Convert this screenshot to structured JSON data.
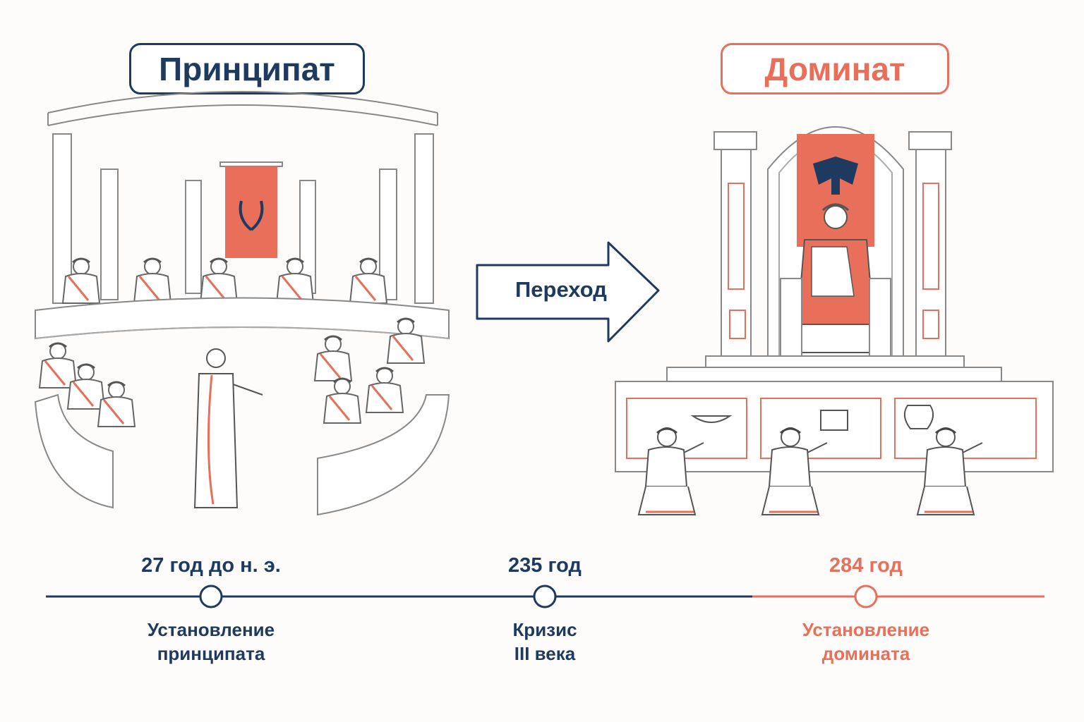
{
  "left_panel": {
    "title": "Принципат"
  },
  "right_panel": {
    "title": "Доминат"
  },
  "transition": {
    "label": "Переход"
  },
  "timeline": {
    "events": [
      {
        "date": "27 год до н. э.",
        "label": "Установление\nпринципата",
        "color": "#1f3a5f"
      },
      {
        "date": "235 год",
        "label": "Кризис\nIII века",
        "color": "#1f3a5f"
      },
      {
        "date": "284 год",
        "label": "Установление\nдомината",
        "color": "#e8705a"
      }
    ]
  },
  "colors": {
    "navy": "#1f3a5f",
    "coral": "#e8705a",
    "line": "#9aa3ad"
  },
  "icons": {
    "left_banner": "laurel-wreath-icon",
    "right_banner": "eagle-icon"
  }
}
